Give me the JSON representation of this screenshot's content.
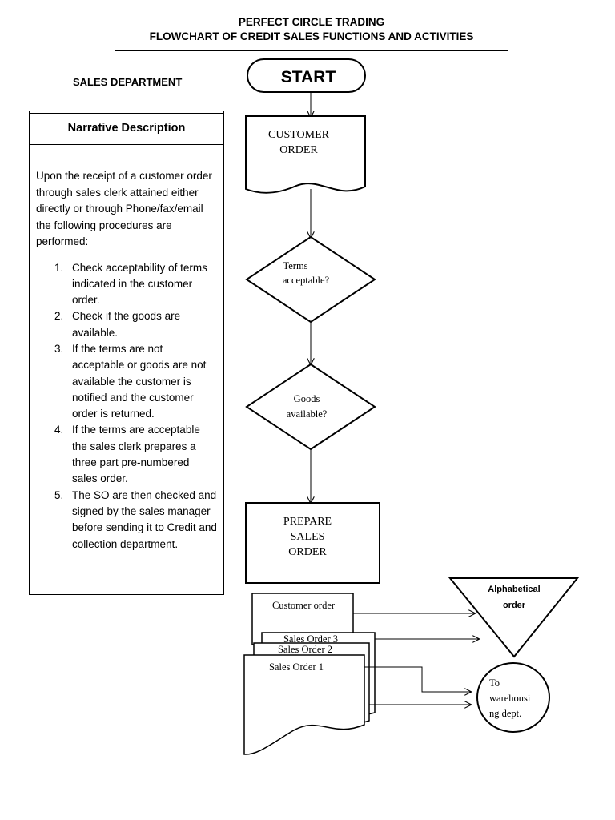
{
  "header": {
    "title_line1": "PERFECT CIRCLE TRADING",
    "title_line2": "FLOWCHART OF CREDIT SALES FUNCTIONS AND ACTIVITIES"
  },
  "department": "SALES DEPARTMENT",
  "narrative": {
    "heading": "Narrative Description",
    "intro": "Upon the receipt of a customer order through sales clerk attained either directly or through Phone/fax/email the following procedures are performed:",
    "steps": [
      {
        "num": "1.",
        "text": "Check acceptability of terms indicated in the customer order."
      },
      {
        "num": "2.",
        "text": "Check if the goods are available."
      },
      {
        "num": "3.",
        "text": "If the terms are not acceptable or goods are not available the customer is notified and the customer order is returned."
      },
      {
        "num": "4.",
        "text": "If the terms are acceptable the sales clerk prepares a three part pre-numbered sales order."
      },
      {
        "num": "5.",
        "text": "The SO are then checked and signed by the sales manager before sending it to Credit and collection department."
      }
    ]
  },
  "flow": {
    "start": "START",
    "customer_order_doc": [
      "CUSTOMER",
      "ORDER"
    ],
    "decision_terms": [
      "Terms",
      "acceptable?"
    ],
    "decision_goods": [
      "Goods",
      "available?"
    ],
    "prepare_so": [
      "PREPARE",
      "SALES",
      "ORDER"
    ],
    "doc_customer_order": "Customer order",
    "doc_so3": "Sales Order 3",
    "doc_so2": "Sales Order 2",
    "doc_so1": "Sales Order 1",
    "file_alphabetical": [
      "Alphabetical",
      "order"
    ],
    "connector_warehouse": [
      "To",
      "warehousi",
      "ng dept."
    ]
  }
}
